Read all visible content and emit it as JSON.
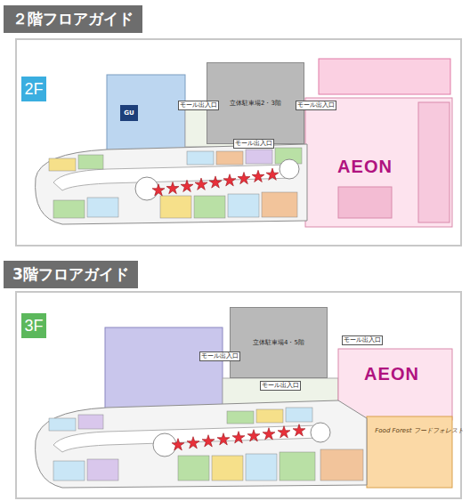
{
  "diagram": {
    "nodes": [
      {
        "text": [
          "２階フロアガイド"
        ]
      },
      {
        "text": [
          "2F"
        ]
      },
      {
        "text": [
          "GU"
        ]
      },
      {
        "text": [
          "立体駐車場2・3階"
        ]
      },
      {
        "text": [
          "AEON"
        ]
      },
      {
        "text": [
          "3階フロアガイド"
        ]
      },
      {
        "text": [
          "3F"
        ]
      },
      {
        "text": [
          "立体駐車場4・5階"
        ]
      },
      {
        "text": [
          "AEON"
        ]
      },
      {
        "text": [
          "Food Forest フードフォレスト"
        ]
      }
    ],
    "labels": [
      "モール出入口",
      "モール出入口",
      "モール出入口",
      "モール出入口",
      "モール出入口",
      "モール出入口"
    ]
  }
}
